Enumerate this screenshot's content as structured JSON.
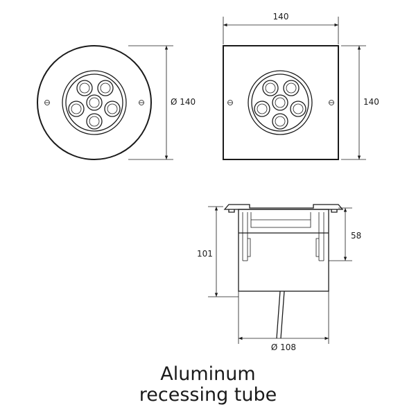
{
  "front_view_round": {
    "diameter_label": "Ø 140"
  },
  "front_view_square": {
    "width_label": "140",
    "height_label": "140"
  },
  "side_view": {
    "height_label": "101",
    "depth_label": "58",
    "tube_diameter_label": "Ø 108"
  },
  "caption": {
    "line1": "Aluminum",
    "line2": "recessing tube"
  }
}
